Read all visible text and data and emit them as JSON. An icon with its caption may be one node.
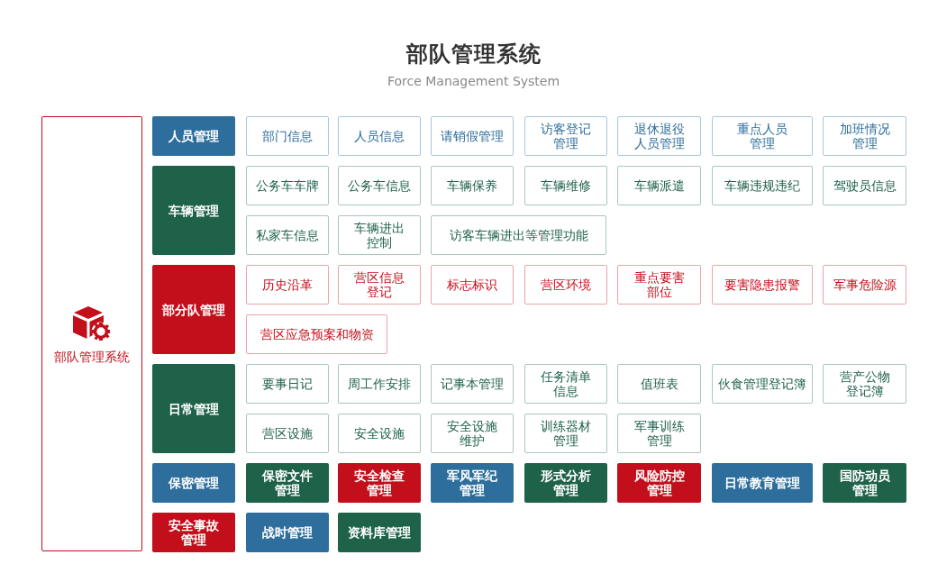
{
  "diagram": {
    "title": "部队管理系统",
    "labels": [
      "Force Management System"
    ],
    "nodes": [
      {
        "text": [
          "部队管理系统"
        ]
      },
      {
        "text": [
          "人员管理"
        ]
      },
      {
        "text": [
          "部门信息"
        ]
      },
      {
        "text": [
          "人员信息"
        ]
      },
      {
        "text": [
          "请销假管理"
        ]
      },
      {
        "text": [
          "访客登记管理"
        ]
      },
      {
        "text": [
          "退休退役人员管理"
        ]
      },
      {
        "text": [
          "重点人员管理"
        ]
      },
      {
        "text": [
          "加班情况管理"
        ]
      },
      {
        "text": [
          "车辆管理"
        ]
      },
      {
        "text": [
          "公务车车牌"
        ]
      },
      {
        "text": [
          "公务车信息"
        ]
      },
      {
        "text": [
          "车辆保养"
        ]
      },
      {
        "text": [
          "车辆维修"
        ]
      },
      {
        "text": [
          "车辆派遣"
        ]
      },
      {
        "text": [
          "车辆违规违纪"
        ]
      },
      {
        "text": [
          "驾驶员信息"
        ]
      },
      {
        "text": [
          "私家车信息"
        ]
      },
      {
        "text": [
          "车辆进出控制"
        ]
      },
      {
        "text": [
          "访客车辆进出等管理功能"
        ]
      },
      {
        "text": [
          "部分队管理"
        ]
      },
      {
        "text": [
          "历史沿革"
        ]
      },
      {
        "text": [
          "营区信息登记"
        ]
      },
      {
        "text": [
          "标志标识"
        ]
      },
      {
        "text": [
          "营区环境"
        ]
      },
      {
        "text": [
          "重点要害部位"
        ]
      },
      {
        "text": [
          "要害隐患报警"
        ]
      },
      {
        "text": [
          "军事危险源"
        ]
      },
      {
        "text": [
          "营区应急预案和物资"
        ]
      },
      {
        "text": [
          "日常管理"
        ]
      },
      {
        "text": [
          "要事日记"
        ]
      },
      {
        "text": [
          "周工作安排"
        ]
      },
      {
        "text": [
          "记事本管理"
        ]
      },
      {
        "text": [
          "任务清单信息"
        ]
      },
      {
        "text": [
          "值班表"
        ]
      },
      {
        "text": [
          "伙食管理登记簿"
        ]
      },
      {
        "text": [
          "营产公物登记簿"
        ]
      },
      {
        "text": [
          "营区设施"
        ]
      },
      {
        "text": [
          "安全设施"
        ]
      },
      {
        "text": [
          "安全设施维护"
        ]
      },
      {
        "text": [
          "训练器材管理"
        ]
      },
      {
        "text": [
          "军事训练管理"
        ]
      },
      {
        "text": [
          "保密管理"
        ]
      },
      {
        "text": [
          "保密文件管理"
        ]
      },
      {
        "text": [
          "安全检查管理"
        ]
      },
      {
        "text": [
          "军风军纪管理"
        ]
      },
      {
        "text": [
          "形式分析管理"
        ]
      },
      {
        "text": [
          "风险防控管理"
        ]
      },
      {
        "text": [
          "日常教育管理"
        ]
      },
      {
        "text": [
          "国防动员管理"
        ]
      },
      {
        "text": [
          "安全事故管理"
        ]
      },
      {
        "text": [
          "战时管理"
        ]
      },
      {
        "text": [
          "资料库管理"
        ]
      }
    ]
  }
}
